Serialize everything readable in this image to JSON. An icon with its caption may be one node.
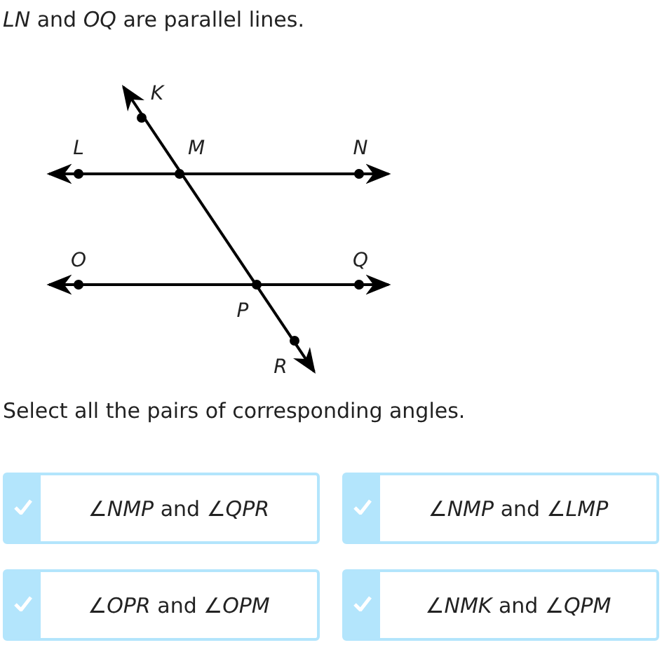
{
  "diagram": {
    "title": "*LN* and *OQ* are parallel lines.",
    "nodes": [
      {
        "text": [
          "∠*NMP* and ∠*QPR*"
        ]
      },
      {
        "text": [
          "∠*NMP* and ∠*LMP*"
        ]
      },
      {
        "text": [
          "∠*OPR* and ∠*OPM*"
        ]
      },
      {
        "text": [
          "∠*NMK* and ∠*QPM*"
        ]
      }
    ],
    "labels": [
      "K",
      "L",
      "M",
      "N",
      "O",
      "Q",
      "P",
      "R",
      "Select all the pairs of corresponding angles."
    ]
  }
}
